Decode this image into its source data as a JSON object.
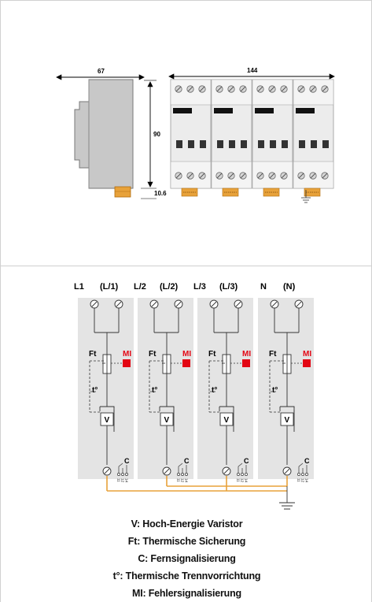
{
  "dimensions": {
    "depth": "67",
    "width": "144",
    "height": "90",
    "foot": "10.6"
  },
  "schematic": {
    "modules": [
      {
        "top_left": "L1",
        "top_right": "(L/1)"
      },
      {
        "top_left": "L/2",
        "top_right": "(L/2)"
      },
      {
        "top_left": "L/3",
        "top_right": "(L/3)"
      },
      {
        "top_left": "N",
        "top_right": "(N)"
      }
    ],
    "ft_label": "Ft",
    "mi_label": "MI",
    "t_label": "t°",
    "v_label": "V",
    "c_label": "C",
    "pins": [
      "11",
      "12",
      "14"
    ]
  },
  "legend": [
    "V: Hoch-Energie Varistor",
    "Ft: Thermische Sicherung",
    "C: Fernsignalisierung",
    "t°: Thermische Trennvorrichtung",
    "MI: Fehlersignalisierung"
  ],
  "colors": {
    "orange": "#e8a23a",
    "red": "#e30613",
    "module_gray": "#e4e4e4",
    "panel_border": "#d0d0d0"
  }
}
